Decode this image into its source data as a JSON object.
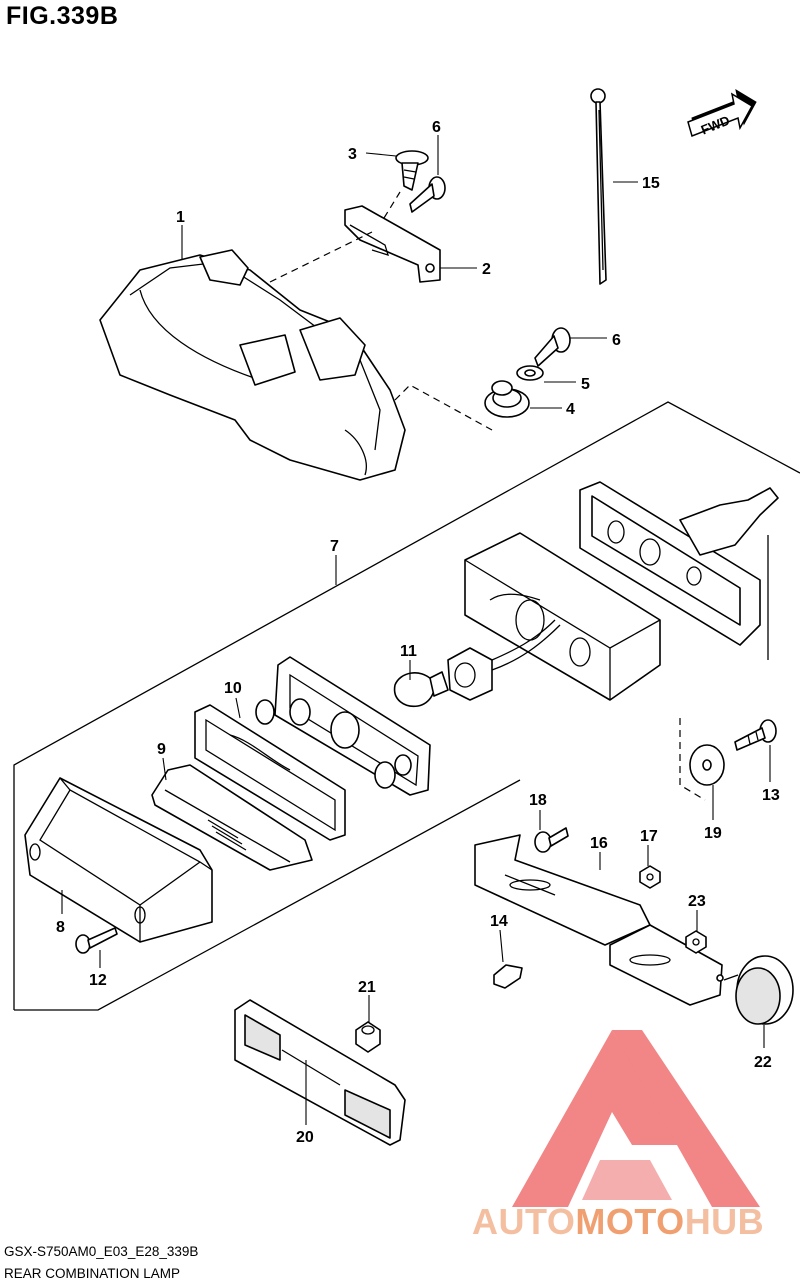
{
  "title": "FIG.339B",
  "fwd_label": "FWD",
  "footer": {
    "model_code": "GSX-S750AM0_E03_E28_339B",
    "figure_name": "REAR COMBINATION LAMP"
  },
  "watermark": {
    "part1": "AUTO",
    "part2": "MOTO",
    "part3": "HUB",
    "color_primary": "#f0a070",
    "color_secondary": "#f4bfa0",
    "color_logo": "#f07070"
  },
  "callouts": [
    "1",
    "2",
    "3",
    "4",
    "5",
    "6",
    "6",
    "7",
    "8",
    "9",
    "10",
    "11",
    "12",
    "13",
    "14",
    "15",
    "16",
    "17",
    "18",
    "19",
    "20",
    "21",
    "22",
    "23"
  ]
}
